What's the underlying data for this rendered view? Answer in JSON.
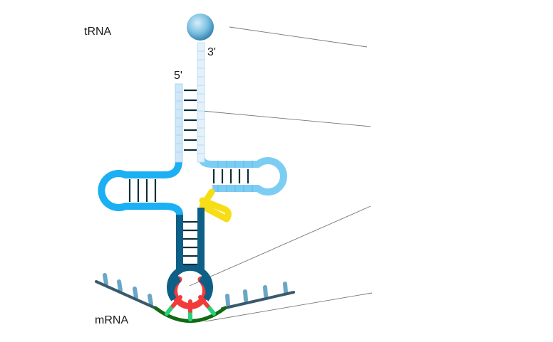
{
  "labels": {
    "trna": "tRNA",
    "three_prime": "3'",
    "five_prime": "5'",
    "mrna": "mRNA"
  },
  "colors": {
    "acceptor_stem": "#cfe7f7",
    "d_arm": "#1ab0f3",
    "tpsi_arm": "#7ccdf4",
    "variable_loop": "#f7dd16",
    "anticodon_arm": "#0e5f86",
    "anticodon": "#f33a3a",
    "codon_link": "#2bcf7a",
    "codon": "#116a11",
    "mrna_backbone": "#3a5a6c",
    "mrna_bases": "#6aa6c6",
    "base_pair": "#0c2f3a",
    "amino_acid": "#5aaed6",
    "leader_line": "#777777"
  }
}
